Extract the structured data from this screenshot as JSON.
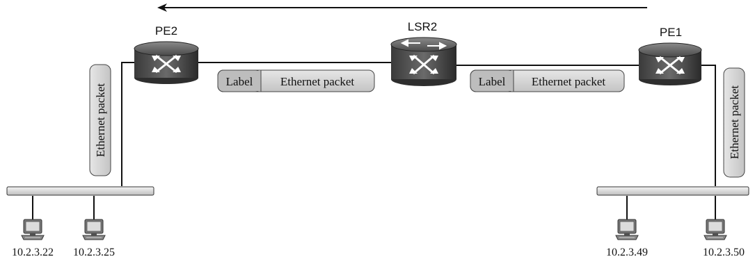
{
  "nodes": {
    "pe2": "PE2",
    "lsr2": "LSR2",
    "pe1": "PE1"
  },
  "packets": {
    "left_label": "Label",
    "left_payload": "Ethernet packet",
    "right_label": "Label",
    "right_payload": "Ethernet packet",
    "left_vertical": "Ethernet packet",
    "right_vertical": "Ethernet packet"
  },
  "hosts": {
    "h1": "10.2.3.22",
    "h2": "10.2.3.25",
    "h3": "10.2.3.49",
    "h4": "10.2.3.50"
  },
  "colors": {
    "router_top": "#555555",
    "router_body": "#2e2e2e",
    "packet_fill": "#d9d9d9",
    "label_fill": "#bdbdbd",
    "lan_fill": "#e6e6e6"
  },
  "icons": {
    "router": "router-cylinder-icon",
    "lsr": "lsr-cylinder-icon",
    "host": "desktop-computer-icon",
    "arrow": "arrow-left-icon"
  }
}
